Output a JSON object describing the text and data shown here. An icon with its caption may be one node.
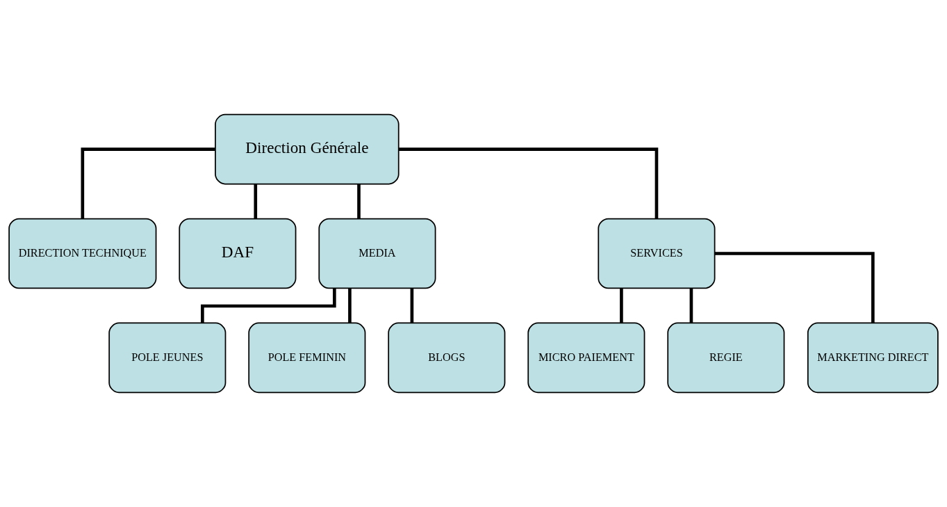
{
  "diagram": {
    "nodes": [
      {
        "text": [
          "Direction Générale"
        ]
      },
      {
        "text": [
          "DIRECTION TECHNIQUE"
        ]
      },
      {
        "text": [
          "DAF"
        ]
      },
      {
        "text": [
          "MEDIA"
        ]
      },
      {
        "text": [
          "SERVICES"
        ]
      },
      {
        "text": [
          "POLE JEUNES"
        ]
      },
      {
        "text": [
          "POLE FEMININ"
        ]
      },
      {
        "text": [
          "BLOGS"
        ]
      },
      {
        "text": [
          "MICRO PAIEMENT"
        ]
      },
      {
        "text": [
          "REGIE"
        ]
      },
      {
        "text": [
          "MARKETING DIRECT"
        ]
      }
    ],
    "edges": [
      {
        "from": 0,
        "to": 1,
        "arrow": "none"
      },
      {
        "from": 0,
        "to": 2,
        "arrow": "none"
      },
      {
        "from": 0,
        "to": 3,
        "arrow": "none"
      },
      {
        "from": 0,
        "to": 4,
        "arrow": "none"
      },
      {
        "from": 3,
        "to": 5,
        "arrow": "none"
      },
      {
        "from": 3,
        "to": 6,
        "arrow": "none"
      },
      {
        "from": 3,
        "to": 7,
        "arrow": "none"
      },
      {
        "from": 4,
        "to": 8,
        "arrow": "none"
      },
      {
        "from": 4,
        "to": 9,
        "arrow": "none"
      },
      {
        "from": 4,
        "to": 10,
        "arrow": "none"
      }
    ]
  }
}
